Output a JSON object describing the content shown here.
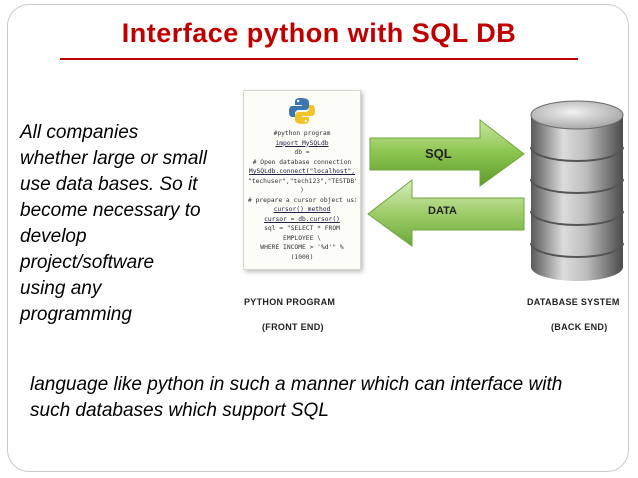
{
  "title": "Interface python with SQL DB",
  "left_paragraph_lines": [
    "All companies",
    "whether large or small",
    "use data bases. So it",
    "become necessary to",
    "develop",
    "project/software",
    "using any",
    "programming"
  ],
  "bottom_paragraph_lines": [
    "language like python in such a manner which can interface with",
    "such databases which support SQL"
  ],
  "diagram": {
    "code_lines": [
      "#python program",
      "import MySQLdb",
      "db =",
      "# Open database connection",
      "MySQLdb.connect(\"localhost\",",
      "\"techuser\",\"tech123\",\"TESTDB\"",
      ")",
      "# prepare a cursor object using",
      "cursor() method",
      "cursor = db.cursor()",
      "sql = \"SELECT * FROM",
      "EMPLOYEE \\",
      "WHERE INCOME > '%d'\" %",
      "(1000)"
    ],
    "arrow_top_label": "SQL",
    "arrow_bottom_label": "DATA",
    "left_caption": "PYTHON PROGRAM",
    "left_subcaption": "(FRONT END)",
    "right_caption": "DATABASE SYSTEM",
    "right_subcaption": "(BACK END)"
  },
  "colors": {
    "title": "#c00000",
    "arrow_green": "#7fbf3f",
    "db_gray": "#8a8a8a"
  },
  "icons": [
    "python-logo-icon",
    "database-cylinder-icon",
    "right-arrow-icon",
    "left-arrow-icon"
  ]
}
